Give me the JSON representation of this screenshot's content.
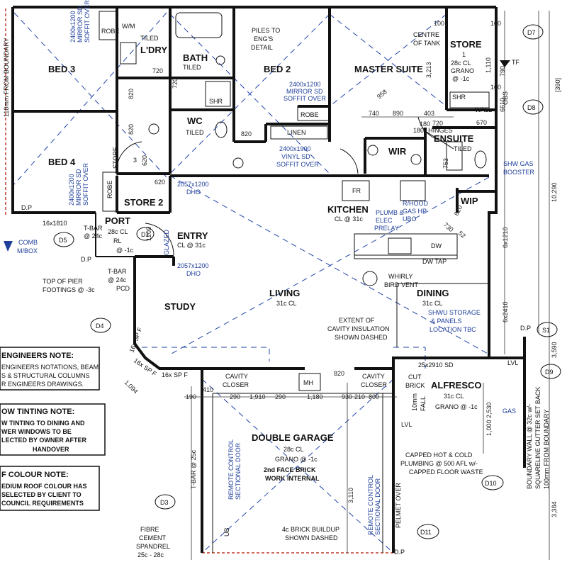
{
  "rooms": {
    "bed3": {
      "name": "BED 3"
    },
    "bed2": {
      "name": "BED 2"
    },
    "bed4": {
      "name": "BED 4"
    },
    "master": {
      "name": "MASTER SUITE"
    },
    "laundry": {
      "name": "L'DRY",
      "sub": "TILED"
    },
    "bath": {
      "name": "BATH",
      "sub": "TILED"
    },
    "wc": {
      "name": "WC",
      "sub": "TILED"
    },
    "store1": {
      "name": "STORE",
      "sub": "1",
      "detail": "28c CL",
      "detail2": "GRANO",
      "detail3": "@ -1c"
    },
    "store2": {
      "name": "STORE 2"
    },
    "store3": {
      "name": "STORE",
      "sub": "3"
    },
    "ensuite": {
      "name": "ENSUITE",
      "sub": "TILED"
    },
    "wir": {
      "name": "WIR"
    },
    "wip": {
      "name": "WIP"
    },
    "kitchen": {
      "name": "KITCHEN",
      "sub": "CL @ 31c"
    },
    "entry": {
      "name": "ENTRY",
      "sub": "CL @ 31c"
    },
    "port": {
      "name": "PORT",
      "sub": "28c CL",
      "detail": "RL",
      "detail2": "@ -1c"
    },
    "study": {
      "name": "STUDY"
    },
    "living": {
      "name": "LIVING",
      "sub": "31c CL"
    },
    "dining": {
      "name": "DINING",
      "sub": "31c CL"
    },
    "alfresco": {
      "name": "ALFRESCO",
      "sub": "31c CL",
      "detail": "GRANO @ -1c"
    },
    "garage": {
      "name": "DOUBLE GARAGE",
      "sub": "28c CL",
      "detail": "GRANO @ -1c",
      "detail2": "2nd FACE BRICK",
      "detail3": "WORK INTERNAL"
    }
  },
  "labels": {
    "robe": "ROBE",
    "wm": "W/M",
    "linen": "LINEN",
    "fr": "FR",
    "shr": "SHR",
    "dw": "DW",
    "dw_tap": "DW TAP",
    "mh": "MH",
    "gas": "GAS",
    "tf": "TF",
    "lvl": "LVL",
    "ub": "UB",
    "piles": "PILES TO",
    "piles2": "ENG'S",
    "piles3": "DETAIL",
    "centre_tank": "CENTRE",
    "centre_tank2": "OF TANK",
    "mirror_bed3": "2400x1200",
    "mirror_bed3b": "MIRROR SD",
    "mirror_bed3c": "SOFFIT OVER",
    "mirror_bed2": "2400x1200",
    "mirror_bed2b": "MIRROR SD",
    "mirror_bed2c": "SOFFIT OVER",
    "vinyl": "2400x1900",
    "vinyl2": "VINYL SD",
    "vinyl3": "SOFFIT OVER",
    "mirror_bed4": "2400x1200",
    "mirror_bed4b": "MIRROR SD",
    "mirror_bed4c": "SOFFIT OVER",
    "dho1": "2057x1200",
    "dho1b": "DHO",
    "dho2": "2057x1200",
    "dho2b": "DHO",
    "hinges": "180° HINGES",
    "plumb": "PLUMB &",
    "plumb2": "ELEC",
    "plumb3": "PRELAY",
    "rhood": "R/HOOD",
    "rhood2": "GAS HP",
    "rhood3": "UBO",
    "whirly": "WHIRLY",
    "whirly2": "BIRD VENT",
    "shwu": "SHWU STORAGE",
    "shwu2": "& PANELS",
    "shwu3": "LOCATION TBC",
    "cavity_ins": "EXTENT OF",
    "cavity_ins2": "CAVITY INSULATION",
    "cavity_ins3": "SHOWN DASHED",
    "sd25": "25x2910 SD",
    "cut_brick": "CUT",
    "cut_brick2": "BRICK",
    "fall": "10mm",
    "fall2": "FALL",
    "cavity_closer": "CAVITY",
    "cavity_closer2": "CLOSER",
    "cavity_closer3": "CAVITY",
    "cavity_closer4": "CLOSER",
    "capped": "CAPPED HOT & COLD",
    "capped2": "PLUMBING @ 500 AFL w/-",
    "capped3": "CAPPED FLOOR WASTE",
    "remote1": "REMOTE CONTROL",
    "remote1b": "SECTIONAL DOOR",
    "remote2": "REMOTE CONTROL",
    "remote2b": "SECTIONAL DOOR",
    "pelmet": "PELMET OVER",
    "brick_buildup": "4c BRICK BUILDUP",
    "brick_buildup2": "SHOWN DASHED",
    "fibre": "FIBRE",
    "fibre2": "CEMENT",
    "fibre3": "SPANDREL",
    "fibre4": "25c - 28c",
    "tbar1": "T-BAR @ 25c",
    "tbar2": "T-BAR",
    "tbar2b": "@ 24c",
    "tbar2c": "PCD",
    "tbar3": "T-BAR",
    "tbar3b": "@ 24c",
    "pier": "TOP OF PIER",
    "pier2": "FOOTINGS @ -3c",
    "comb": "COMB",
    "comb2": "M/BOX",
    "boundary_left": "110mm FROM BOUNDARY",
    "boundary_right": "BOUNDARY WALL @ 32c w/-",
    "boundary_right2": "SQUARELINE GUTTER SET BACK",
    "boundary_right3": "100mm FROM BOUNDARY",
    "shw_gas": "SHW GAS",
    "shw_gas2": "BOOSTER",
    "obs": "OBS",
    "wall": "WALL",
    "glazed": "GLAZED",
    "dp": "D.P",
    "sd16": "16x SP F",
    "sd16b": "16x SP F",
    "sd16c": "16x SP F",
    "sd16x1810": "16x1810"
  },
  "dimensions": {
    "d720a": "720",
    "d720b": "720",
    "d720c": "720",
    "d820a": "820",
    "d820b": "820",
    "d820c": "820",
    "d820d": "820",
    "d620a": "620",
    "d620b": "620",
    "d620c": "620",
    "d1200": "1200",
    "d740": "740",
    "d890": "890",
    "d403": "403",
    "d958": "958",
    "d3213": "3,213",
    "d1110": "1,110",
    "d790": "790",
    "d730": "730",
    "d52": "52",
    "d6x1210": "6x1210",
    "d6x2410": "6x2410",
    "d10290": "10,290",
    "d3590": "3,590",
    "d3384": "3,384",
    "d410": "410",
    "d290a": "290",
    "d1910": "1,910",
    "d290b": "290",
    "d1180": "1,180",
    "d930": "930",
    "d210": "210",
    "d800": "800",
    "d190": "190",
    "d3110": "3,110",
    "d1000": "1,000",
    "d1094": "1,094",
    "d2530": "2,530",
    "d390": "[390]",
    "d6610": "6610",
    "d100a": "100",
    "d100b": "100",
    "d100c": "100",
    "d670": "670",
    "d753": "753",
    "d180": "180"
  },
  "markers": [
    "D1",
    "D3",
    "D4",
    "D5",
    "D7",
    "D8",
    "D9",
    "D10",
    "D11",
    "S1"
  ],
  "notes": {
    "engineers": {
      "title": "ENGINEERS NOTE:",
      "lines": [
        "ENGINEERS NOTATIONS, BEAM",
        "S & STRUCTURAL COLUMNS",
        "R ENGINEERS DRAWINGS."
      ]
    },
    "tinting": {
      "title": "OW TINTING NOTE:",
      "lines": [
        "W TINTING TO DINING AND",
        "WER WINDOWS TO BE",
        "LECTED BY OWNER AFTER",
        "HANDOVER"
      ]
    },
    "colour": {
      "title": "F COLOUR NOTE:",
      "lines": [
        "EDIUM ROOF COLOUR HAS",
        "SELECTED BY CLIENT TO",
        "COUNCIL REQUIREMENTS"
      ]
    }
  }
}
